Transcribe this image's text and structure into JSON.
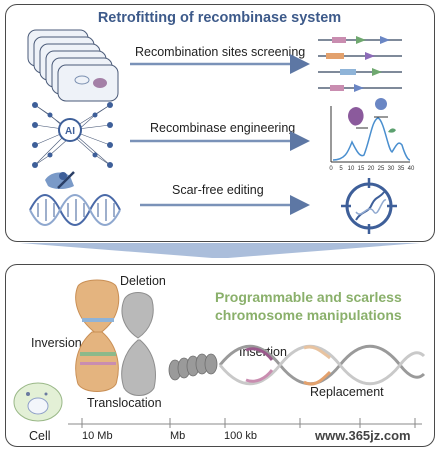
{
  "top_panel": {
    "title": "Retrofitting of recombinase system",
    "steps": [
      {
        "label": "Recombination sites screening"
      },
      {
        "label": "Recombinase engineering"
      },
      {
        "label": "Scar-free editing"
      }
    ],
    "ai_label": "AI",
    "chart_axis_ticks": [
      "0",
      "5",
      "10",
      "15",
      "20",
      "25",
      "30",
      "35",
      "40"
    ]
  },
  "bottom_panel": {
    "headline_line1": "Programmable and scarless",
    "headline_line2": "chromosome manipulations",
    "labels": {
      "inversion": "Inversion",
      "deletion": "Deletion",
      "translocation": "Translocation",
      "insertion": "Insertion",
      "replacement": "Replacement"
    },
    "scale": {
      "cell": "Cell",
      "ticks": [
        "10 Mb",
        "Mb",
        "100 kb"
      ]
    }
  },
  "watermark": "www.365jz.com",
  "colors": {
    "title_blue": "#3d5a8a",
    "headline_green": "#8ab06b",
    "arrow_blue": "#7a92b8",
    "chromosome_orange": "#e4b47f",
    "chromosome_gray": "#b9b9b9"
  }
}
